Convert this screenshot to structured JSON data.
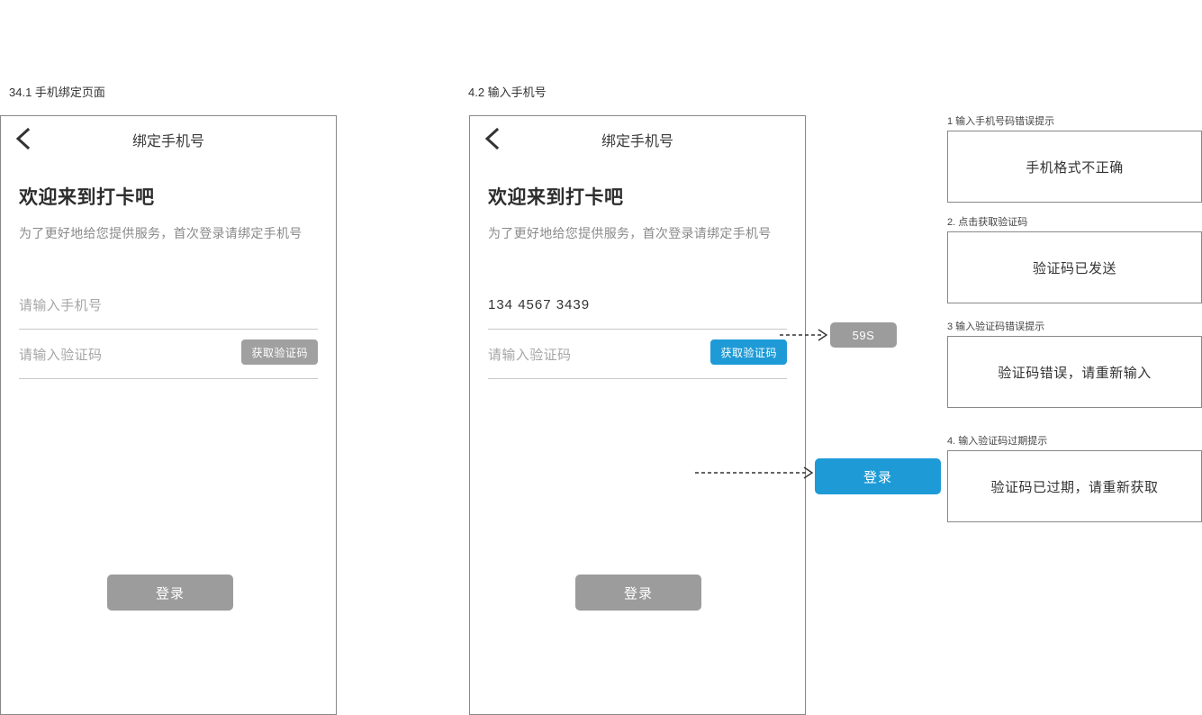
{
  "sections": [
    {
      "caption": "34.1 手机绑定页面"
    },
    {
      "caption": "4.2 输入手机号"
    }
  ],
  "screen_1": {
    "nav_title": "绑定手机号",
    "back_icon": "back-chevron-icon",
    "welcome_title": "欢迎来到打卡吧",
    "welcome_subtitle": "为了更好地给您提供服务，首次登录请绑定手机号",
    "phone_placeholder": "请输入手机号",
    "code_placeholder": "请输入验证码",
    "get_code_label": "获取验证码",
    "get_code_state": "disabled",
    "login_label": "登录",
    "login_state": "disabled"
  },
  "screen_2": {
    "nav_title": "绑定手机号",
    "back_icon": "back-chevron-icon",
    "welcome_title": "欢迎来到打卡吧",
    "welcome_subtitle": "为了更好地给您提供服务，首次登录请绑定手机号",
    "phone_value": "134 4567 3439",
    "code_placeholder": "请输入验证码",
    "get_code_label": "获取验证码",
    "get_code_state": "active",
    "login_label": "登录",
    "login_state": "disabled"
  },
  "floating": {
    "countdown_label": "59S",
    "login_enabled_label": "登录"
  },
  "annotations": [
    {
      "label": "1 输入手机号码错误提示",
      "message": "手机格式不正确"
    },
    {
      "label": "2. 点击获取验证码",
      "message": "验证码已发送"
    },
    {
      "label": "3 输入验证码错误提示",
      "message": "验证码错误，请重新输入"
    },
    {
      "label": "4. 输入验证码过期提示",
      "message": "验证码已过期，请重新获取"
    }
  ],
  "colors": {
    "accent_blue": "#1e9bd7",
    "disabled_gray": "#9c9c9c",
    "frame_border": "#888888"
  }
}
